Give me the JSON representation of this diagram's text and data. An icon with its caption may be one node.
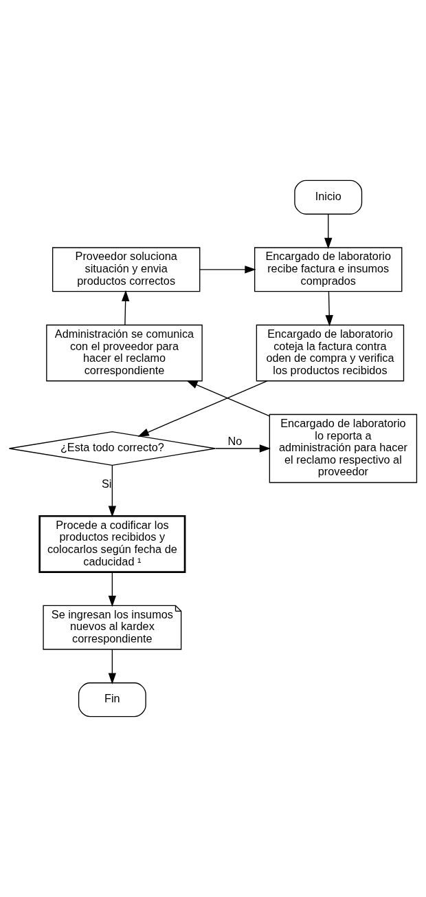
{
  "diagram": {
    "nodes": [
      {
        "text": [
          "Inicio"
        ]
      },
      {
        "text": [
          "Encargado de laboratorio recibe factura e insumos comprados"
        ]
      },
      {
        "text": [
          "Encargado de laboratorio coteja la factura contra oden de compra y verifica los productos recibidos"
        ]
      },
      {
        "text": [
          "¿Esta todo correcto?"
        ]
      },
      {
        "text": [
          "Encargado de laboratorio lo reporta a administración para hacer el reclamo respectivo al proveedor"
        ]
      },
      {
        "text": [
          "Administración se comunica con el proveedor para hacer el reclamo correspondiente"
        ]
      },
      {
        "text": [
          "Proveedor soluciona situación y envia productos correctos"
        ]
      },
      {
        "text": [
          "Procede a codificar los productos recibidos y colocarlos según fecha de caducidad ¹"
        ]
      },
      {
        "text": [
          "Se ingresan los insumos nuevos al kardex correspondiente"
        ]
      },
      {
        "text": [
          "Fin"
        ]
      }
    ],
    "edges": [
      {
        "from": 0,
        "to": 1,
        "arrow": "to"
      },
      {
        "from": 1,
        "to": 2,
        "arrow": "to"
      },
      {
        "from": 2,
        "to": 3,
        "arrow": "to"
      },
      {
        "from": 3,
        "to": 4,
        "arrow": "to",
        "label": "No"
      },
      {
        "from": 4,
        "to": 5,
        "arrow": "to"
      },
      {
        "from": 5,
        "to": 6,
        "arrow": "to"
      },
      {
        "from": 6,
        "to": 1,
        "arrow": "to"
      },
      {
        "from": 3,
        "to": 7,
        "arrow": "to",
        "label": "Si"
      },
      {
        "from": 7,
        "to": 8,
        "arrow": "to"
      },
      {
        "from": 8,
        "to": 9,
        "arrow": "to"
      }
    ]
  }
}
